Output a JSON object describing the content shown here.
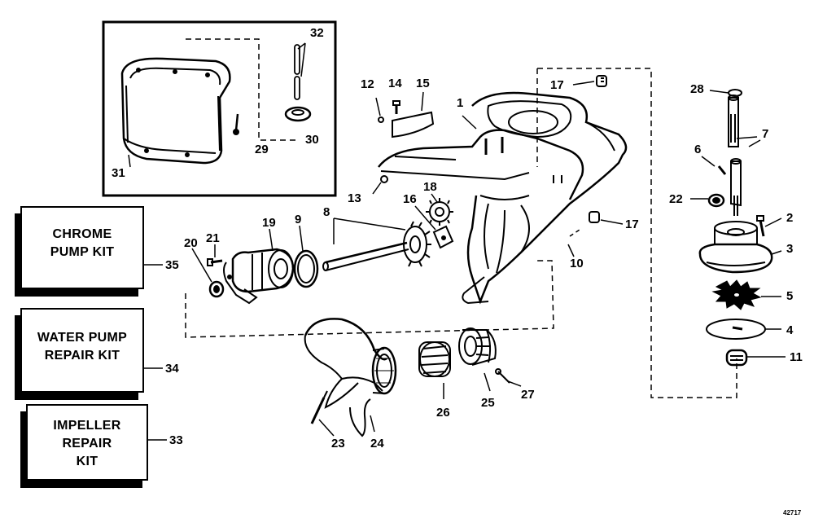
{
  "kits": [
    {
      "lines": [
        "CHROME",
        "PUMP KIT"
      ],
      "callout": "35"
    },
    {
      "lines": [
        "WATER PUMP",
        "REPAIR KIT"
      ],
      "callout": "34"
    },
    {
      "lines": [
        "IMPELLER",
        "REPAIR",
        "KIT"
      ],
      "callout": "33"
    }
  ],
  "callouts": [
    "1",
    "2",
    "3",
    "4",
    "5",
    "6",
    "7",
    "8",
    "9",
    "10",
    "11",
    "12",
    "13",
    "14",
    "15",
    "16",
    "17",
    "17",
    "18",
    "19",
    "20",
    "21",
    "22",
    "23",
    "24",
    "25",
    "26",
    "27",
    "28",
    "29",
    "30",
    "31",
    "32"
  ],
  "figure_number": "42717"
}
